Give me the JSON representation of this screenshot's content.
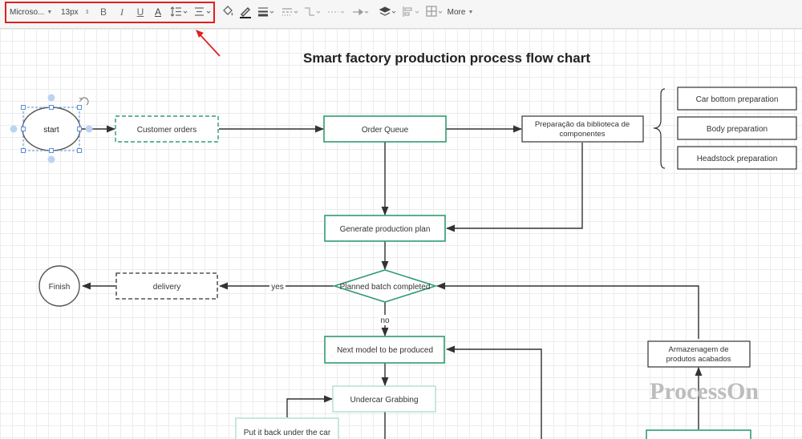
{
  "toolbar": {
    "font_family": "Microso...",
    "font_size": "13px",
    "bold_glyph": "B",
    "italic_glyph": "I",
    "underline_glyph": "U",
    "font_color_glyph": "A",
    "more_label": "More"
  },
  "diagram": {
    "title": "Smart factory production process flow chart",
    "nodes": {
      "start": "start",
      "customer_orders": "Customer orders",
      "order_queue": "Order Queue",
      "prep_line1": "Preparação da biblioteca de",
      "prep_line2": "componentes",
      "car_bottom": "Car bottom preparation",
      "body": "Body preparation",
      "headstock": "Headstock preparation",
      "generate_plan": "Generate production plan",
      "batch_decision": "Planned batch completed",
      "finish": "Finish",
      "delivery": "delivery",
      "next_model": "Next model to be produced",
      "undercar": "Undercar Grabbing",
      "put_back": "Put it back under the car",
      "storage_line1": "Armazenagem de",
      "storage_line2": "produtos acabados"
    },
    "edge_labels": {
      "yes": "yes",
      "no": "no"
    }
  },
  "watermark": "ProcessOn",
  "colors": {
    "green": "#2e9d6f",
    "light_green": "#9fdcc0",
    "dark": "#333333",
    "selection_blue": "#5b8fd6",
    "highlight_red": "#e02020"
  }
}
